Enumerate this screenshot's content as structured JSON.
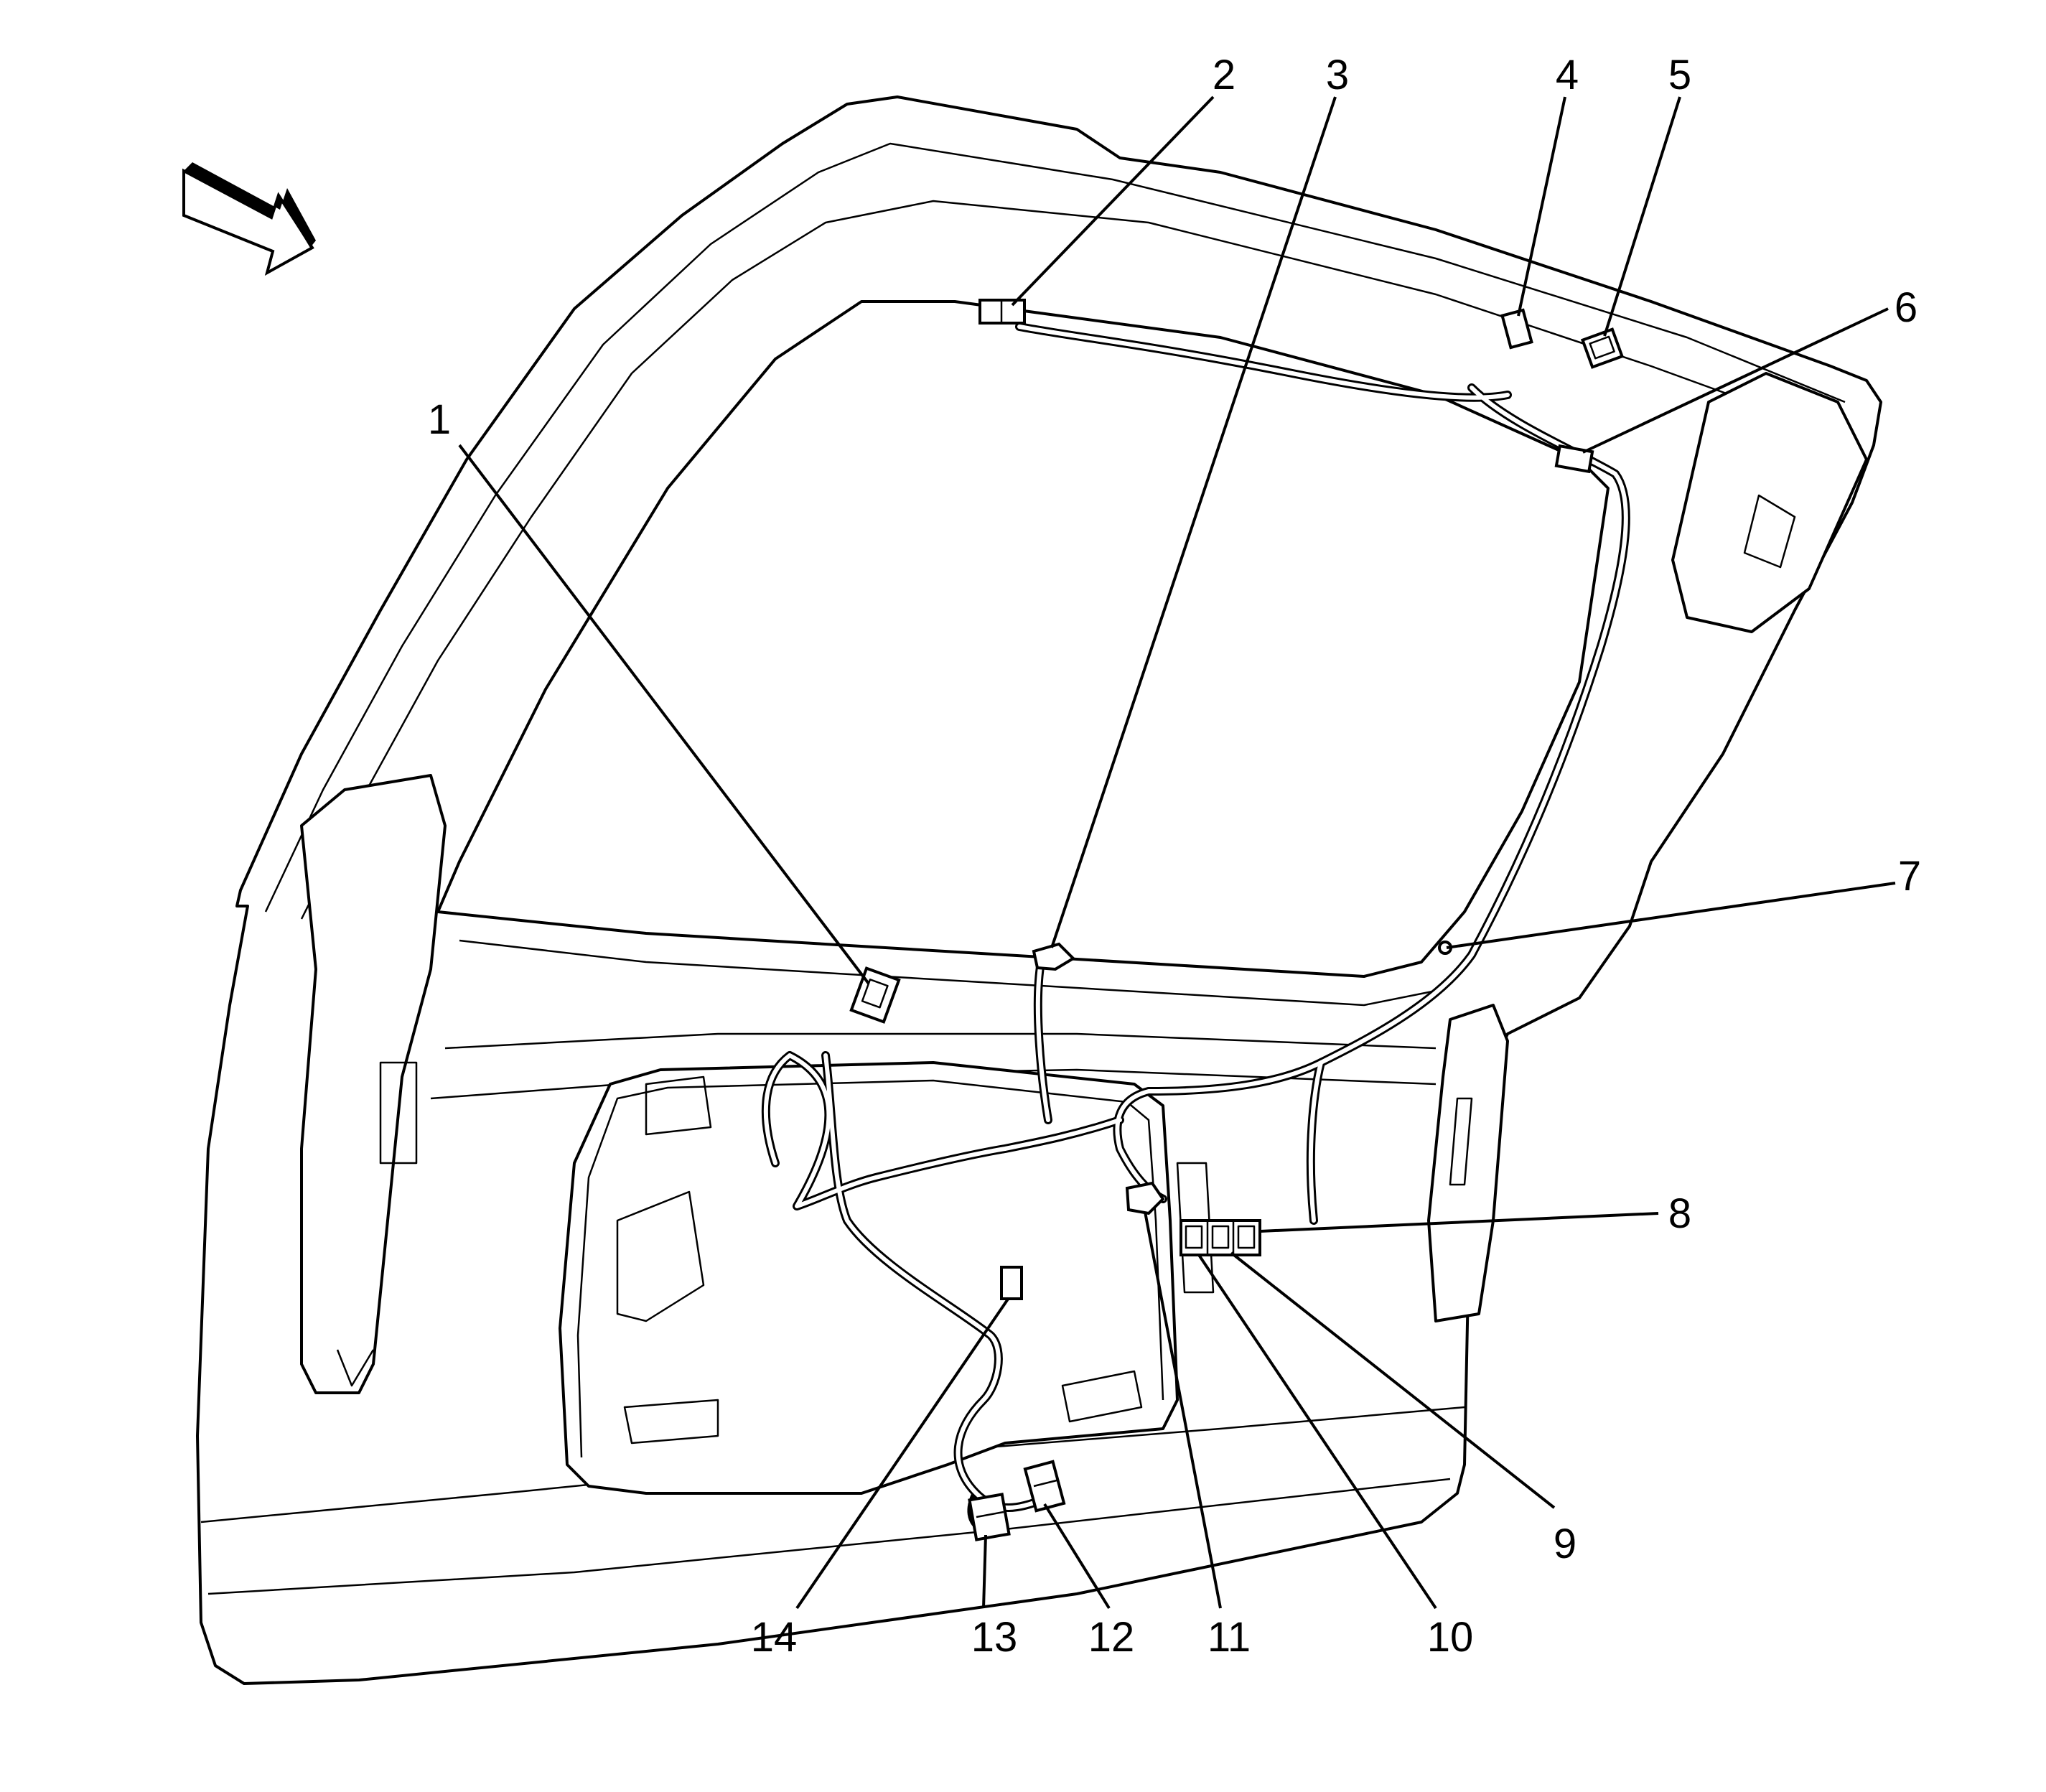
{
  "diagram": {
    "view_arrow_icon": "view-direction-arrow",
    "callouts": [
      {
        "id": 1,
        "label": "1"
      },
      {
        "id": 2,
        "label": "2"
      },
      {
        "id": 3,
        "label": "3"
      },
      {
        "id": 4,
        "label": "4"
      },
      {
        "id": 5,
        "label": "5"
      },
      {
        "id": 6,
        "label": "6"
      },
      {
        "id": 7,
        "label": "7"
      },
      {
        "id": 8,
        "label": "8"
      },
      {
        "id": 9,
        "label": "9"
      },
      {
        "id": 10,
        "label": "10"
      },
      {
        "id": 11,
        "label": "11"
      },
      {
        "id": 12,
        "label": "12"
      },
      {
        "id": 13,
        "label": "13"
      },
      {
        "id": 14,
        "label": "14"
      }
    ]
  }
}
